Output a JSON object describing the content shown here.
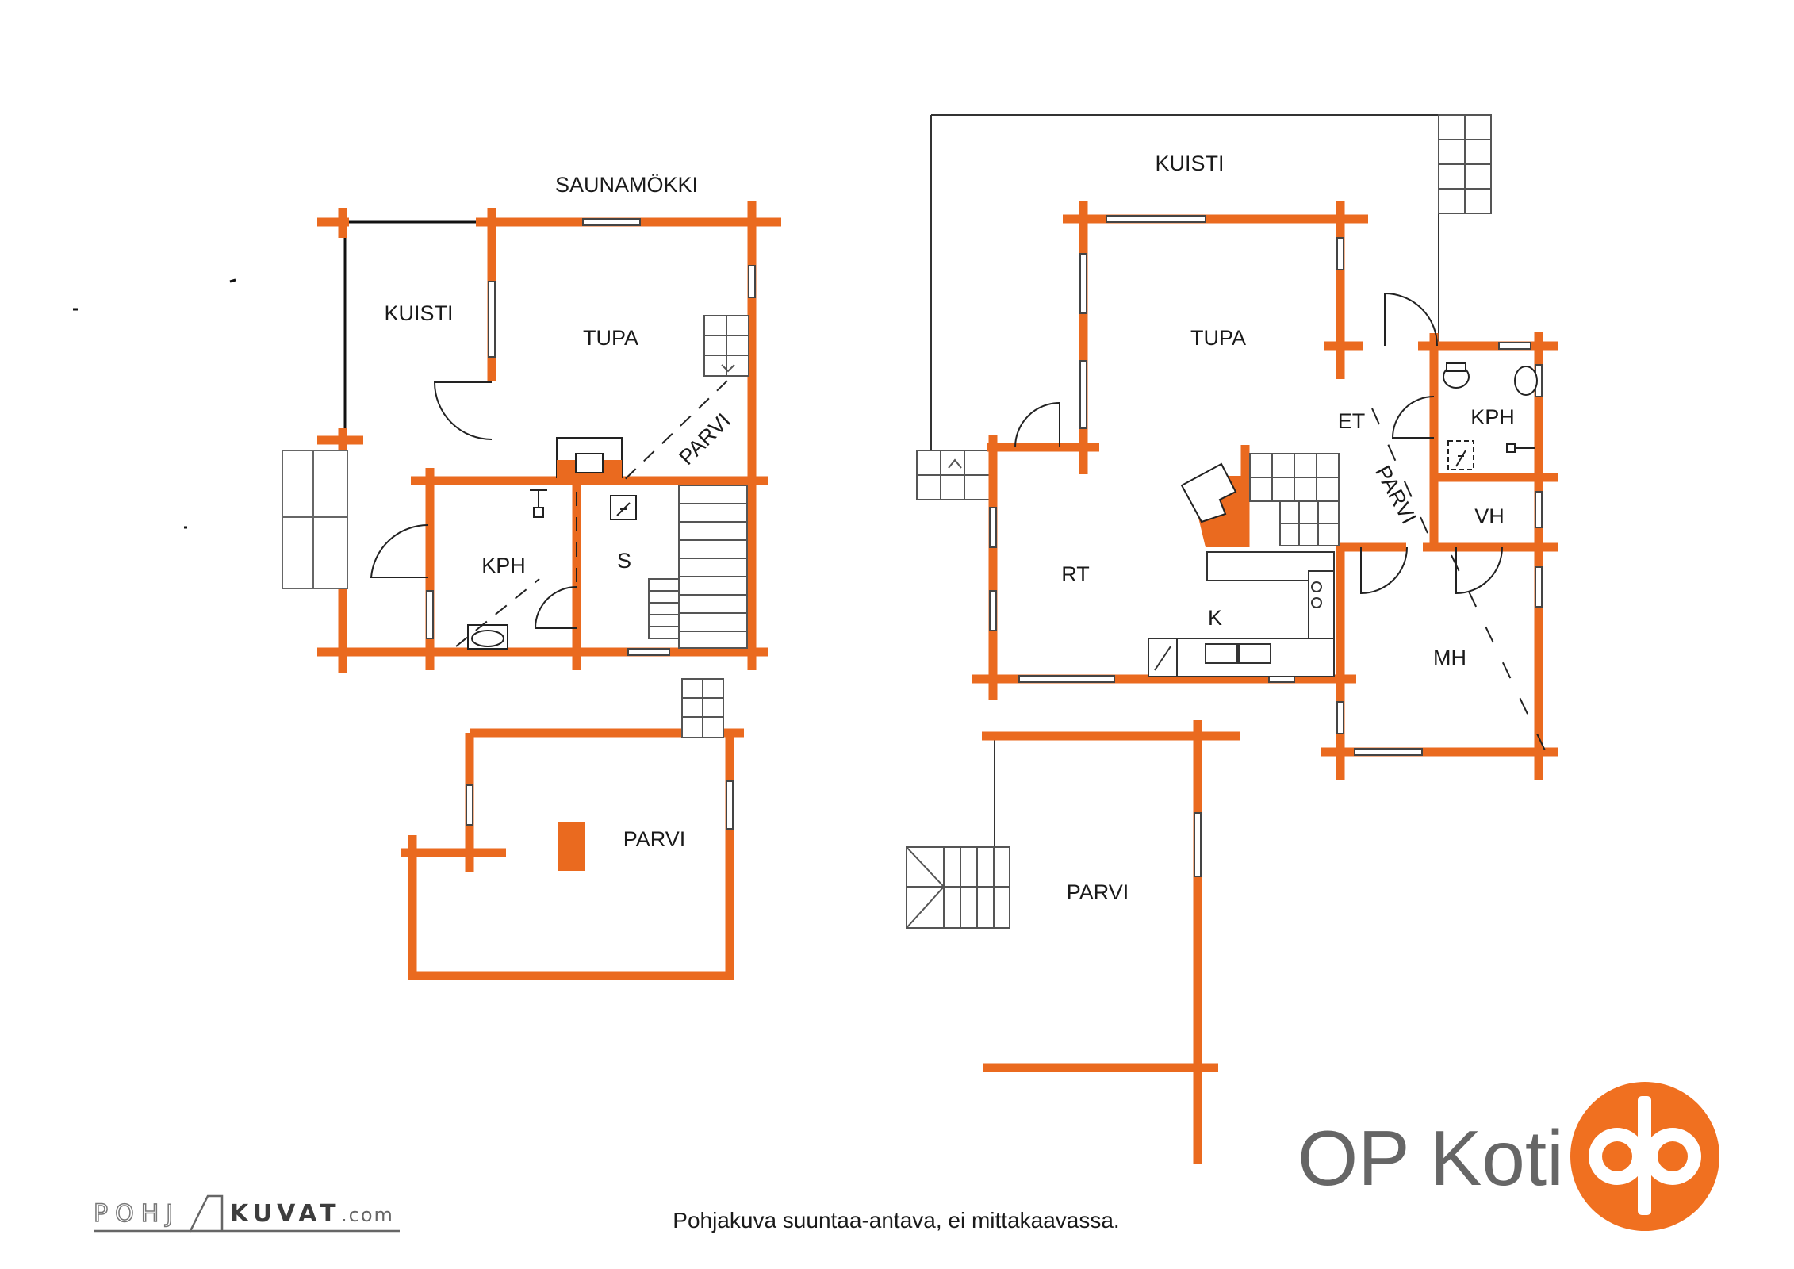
{
  "labels": {
    "saunamokki": "SAUNAMÖKKI",
    "sauna_kuisti": "KUISTI",
    "sauna_tupa": "TUPA",
    "sauna_parvi_diag": "PARVI",
    "sauna_kph": "KPH",
    "sauna_s": "S",
    "sauna_parvi": "PARVI",
    "main_kuisti": "KUISTI",
    "main_tupa": "TUPA",
    "main_et": "ET",
    "main_kph": "KPH",
    "main_parvi_diag": "PARVI",
    "main_vh": "VH",
    "main_rt": "RT",
    "main_k": "K",
    "main_mh": "MH",
    "main_parvi": "PARVI"
  },
  "footer": {
    "disclaimer": "Pohjakuva suuntaa-antava, ei mittakaavassa.",
    "brand_name": "OP Koti",
    "credit_left": "POHJ",
    "credit_right": "KUVAT",
    "credit_domain": ".com"
  },
  "colors": {
    "wall": "#ea6a1f",
    "brand_orange": "#f07020",
    "brand_gray": "#666666"
  },
  "icons": {
    "brand_logo": "op-logo",
    "credit_logo": "pohjakuvat-logo"
  }
}
